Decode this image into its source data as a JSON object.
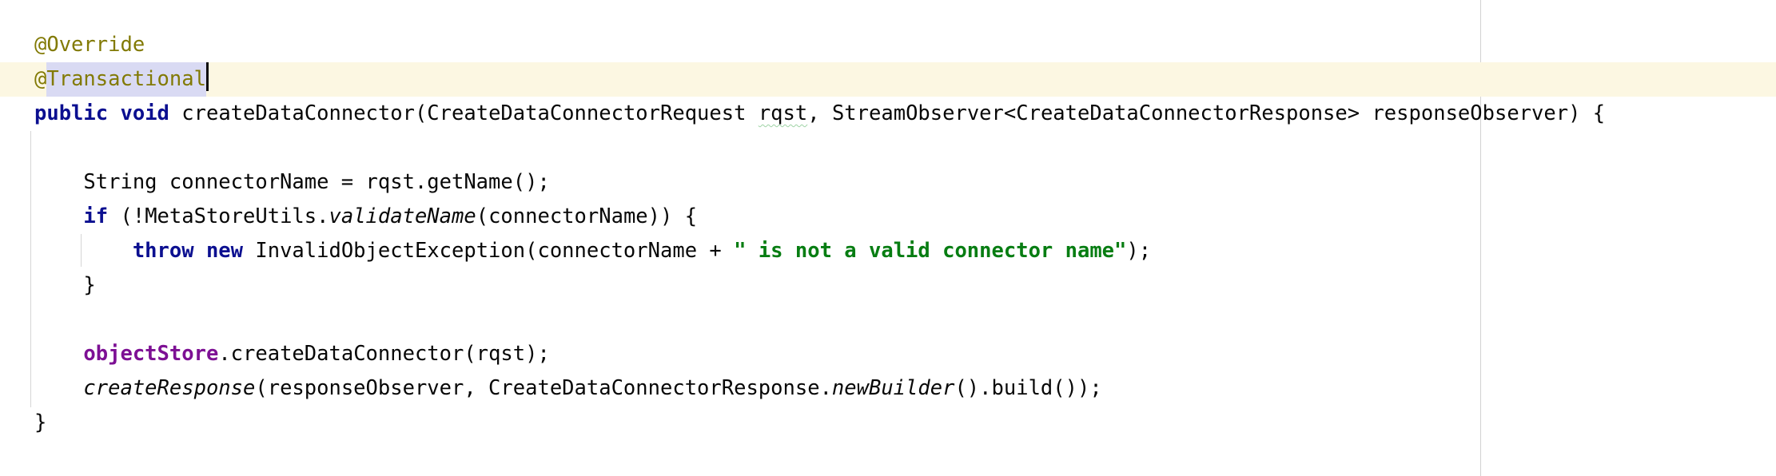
{
  "editor": {
    "language": "java",
    "caret_line_number_visible": false,
    "colors": {
      "background": "#ffffff",
      "caret_row": "#fcf7e2",
      "selection": "#d9daf3",
      "annotation": "#827a05",
      "keyword": "#0b0f90",
      "string": "#077d12",
      "field": "#7d1094",
      "plain": "#070707",
      "guide": "#d6d6d6",
      "typo_underline": "#9fd3a5"
    },
    "lines": [
      {
        "segments": [
          {
            "text": "@Override"
          }
        ]
      },
      {
        "segments": [
          {
            "text": "@"
          },
          {
            "text": "Transactional"
          }
        ]
      },
      {
        "segments": [
          {
            "text": "public"
          },
          {
            "text": " "
          },
          {
            "text": "void"
          },
          {
            "text": " createDataConnector(CreateDataConnectorRequest "
          },
          {
            "text": "rqst"
          },
          {
            "text": ", StreamObserver<CreateDataConnectorResponse> responseObserver) {"
          }
        ]
      },
      {
        "segments": [
          {
            "text": ""
          }
        ]
      },
      {
        "segments": [
          {
            "text": "    String connectorName = rqst.getName();"
          }
        ]
      },
      {
        "segments": [
          {
            "text": "    "
          },
          {
            "text": "if"
          },
          {
            "text": " (!MetaStoreUtils."
          },
          {
            "text": "validateName"
          },
          {
            "text": "(connectorName)) {"
          }
        ]
      },
      {
        "segments": [
          {
            "text": "        "
          },
          {
            "text": "throw"
          },
          {
            "text": " "
          },
          {
            "text": "new"
          },
          {
            "text": " InvalidObjectException(connectorName + "
          },
          {
            "text": "\" is not a valid connector name\""
          },
          {
            "text": ");"
          }
        ]
      },
      {
        "segments": [
          {
            "text": "    }"
          }
        ]
      },
      {
        "segments": [
          {
            "text": ""
          }
        ]
      },
      {
        "segments": [
          {
            "text": "    "
          },
          {
            "text": "objectStore"
          },
          {
            "text": ".createDataConnector(rqst);"
          }
        ]
      },
      {
        "segments": [
          {
            "text": "    "
          },
          {
            "text": "createResponse"
          },
          {
            "text": "(responseObserver, CreateDataConnectorResponse."
          },
          {
            "text": "newBuilder"
          },
          {
            "text": "().build());"
          }
        ]
      },
      {
        "segments": [
          {
            "text": "}"
          }
        ]
      }
    ]
  }
}
